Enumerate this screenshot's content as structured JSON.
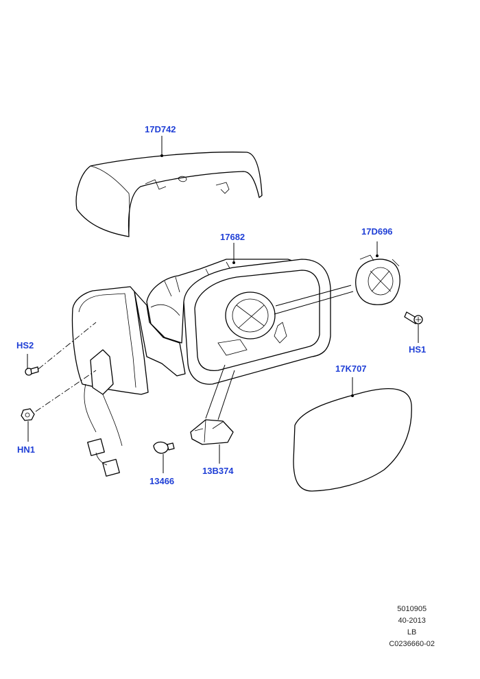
{
  "diagram": {
    "callouts": [
      {
        "id": "17D742",
        "label": "17D742"
      },
      {
        "id": "17682",
        "label": "17682"
      },
      {
        "id": "17D696",
        "label": "17D696"
      },
      {
        "id": "HS2",
        "label": "HS2"
      },
      {
        "id": "HS1",
        "label": "HS1"
      },
      {
        "id": "17K707",
        "label": "17K707"
      },
      {
        "id": "HN1",
        "label": "HN1"
      },
      {
        "id": "13B374",
        "label": "13B374"
      },
      {
        "id": "13466",
        "label": "13466"
      }
    ]
  },
  "footer": {
    "line1": "5010905",
    "line2": "40-2013",
    "line3": "LB",
    "line4": "C0236660-02"
  }
}
